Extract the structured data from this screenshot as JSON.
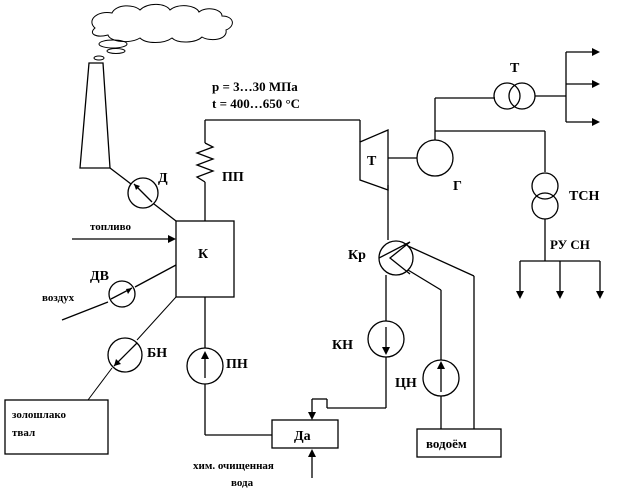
{
  "params": {
    "pressure": "p = 3…30 МПа",
    "temperature": "t = 400…650 °C"
  },
  "labels": {
    "T_transformer": "Т",
    "turbine": "Т",
    "generator": "Г",
    "superheater": "ПП",
    "smoke_fan": "Д",
    "fuel": "топливо",
    "boiler": "К",
    "air_fan": "ДВ",
    "air": "воздух",
    "own_needs_transformer": "ТСН",
    "own_needs_switchgear": "РУ СН",
    "condenser": "Кр",
    "condensate_pump": "КН",
    "feed_pump": "ПН",
    "circulation_pump": "ЦН",
    "ash_pump": "БН",
    "ash_dump": [
      "золошлако",
      "твал"
    ],
    "deaerator": "Да",
    "water_reservoir": "водоём",
    "chem_water": [
      "хим. очищенная",
      "вода"
    ]
  }
}
